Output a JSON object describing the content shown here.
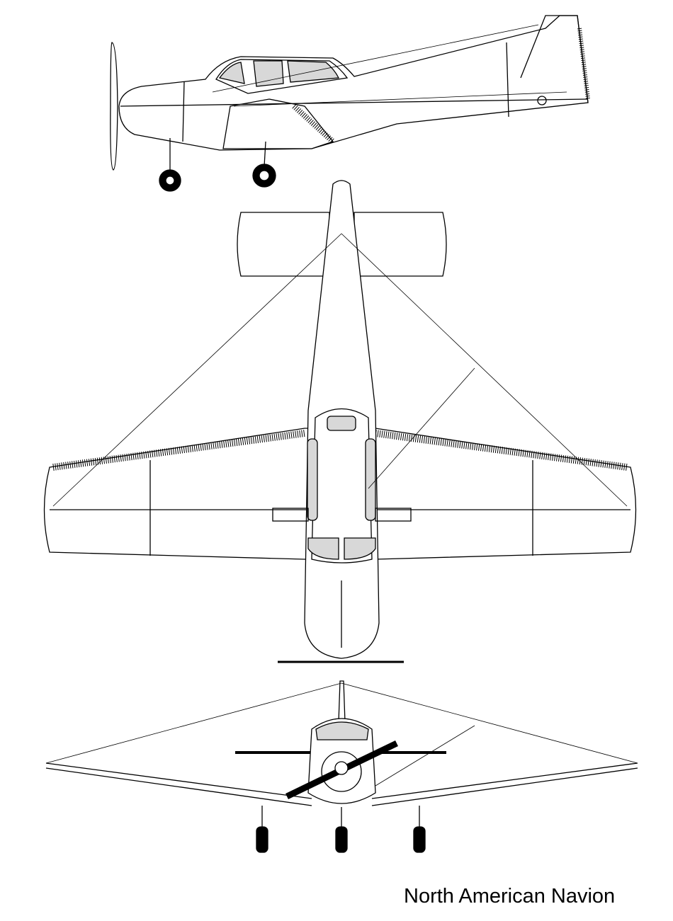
{
  "caption": "North American Navion",
  "colors": {
    "line": "#000000",
    "canopy_fill": "#d8d8d8",
    "background": "#ffffff"
  },
  "views": [
    "side-view",
    "top-view",
    "front-view"
  ]
}
